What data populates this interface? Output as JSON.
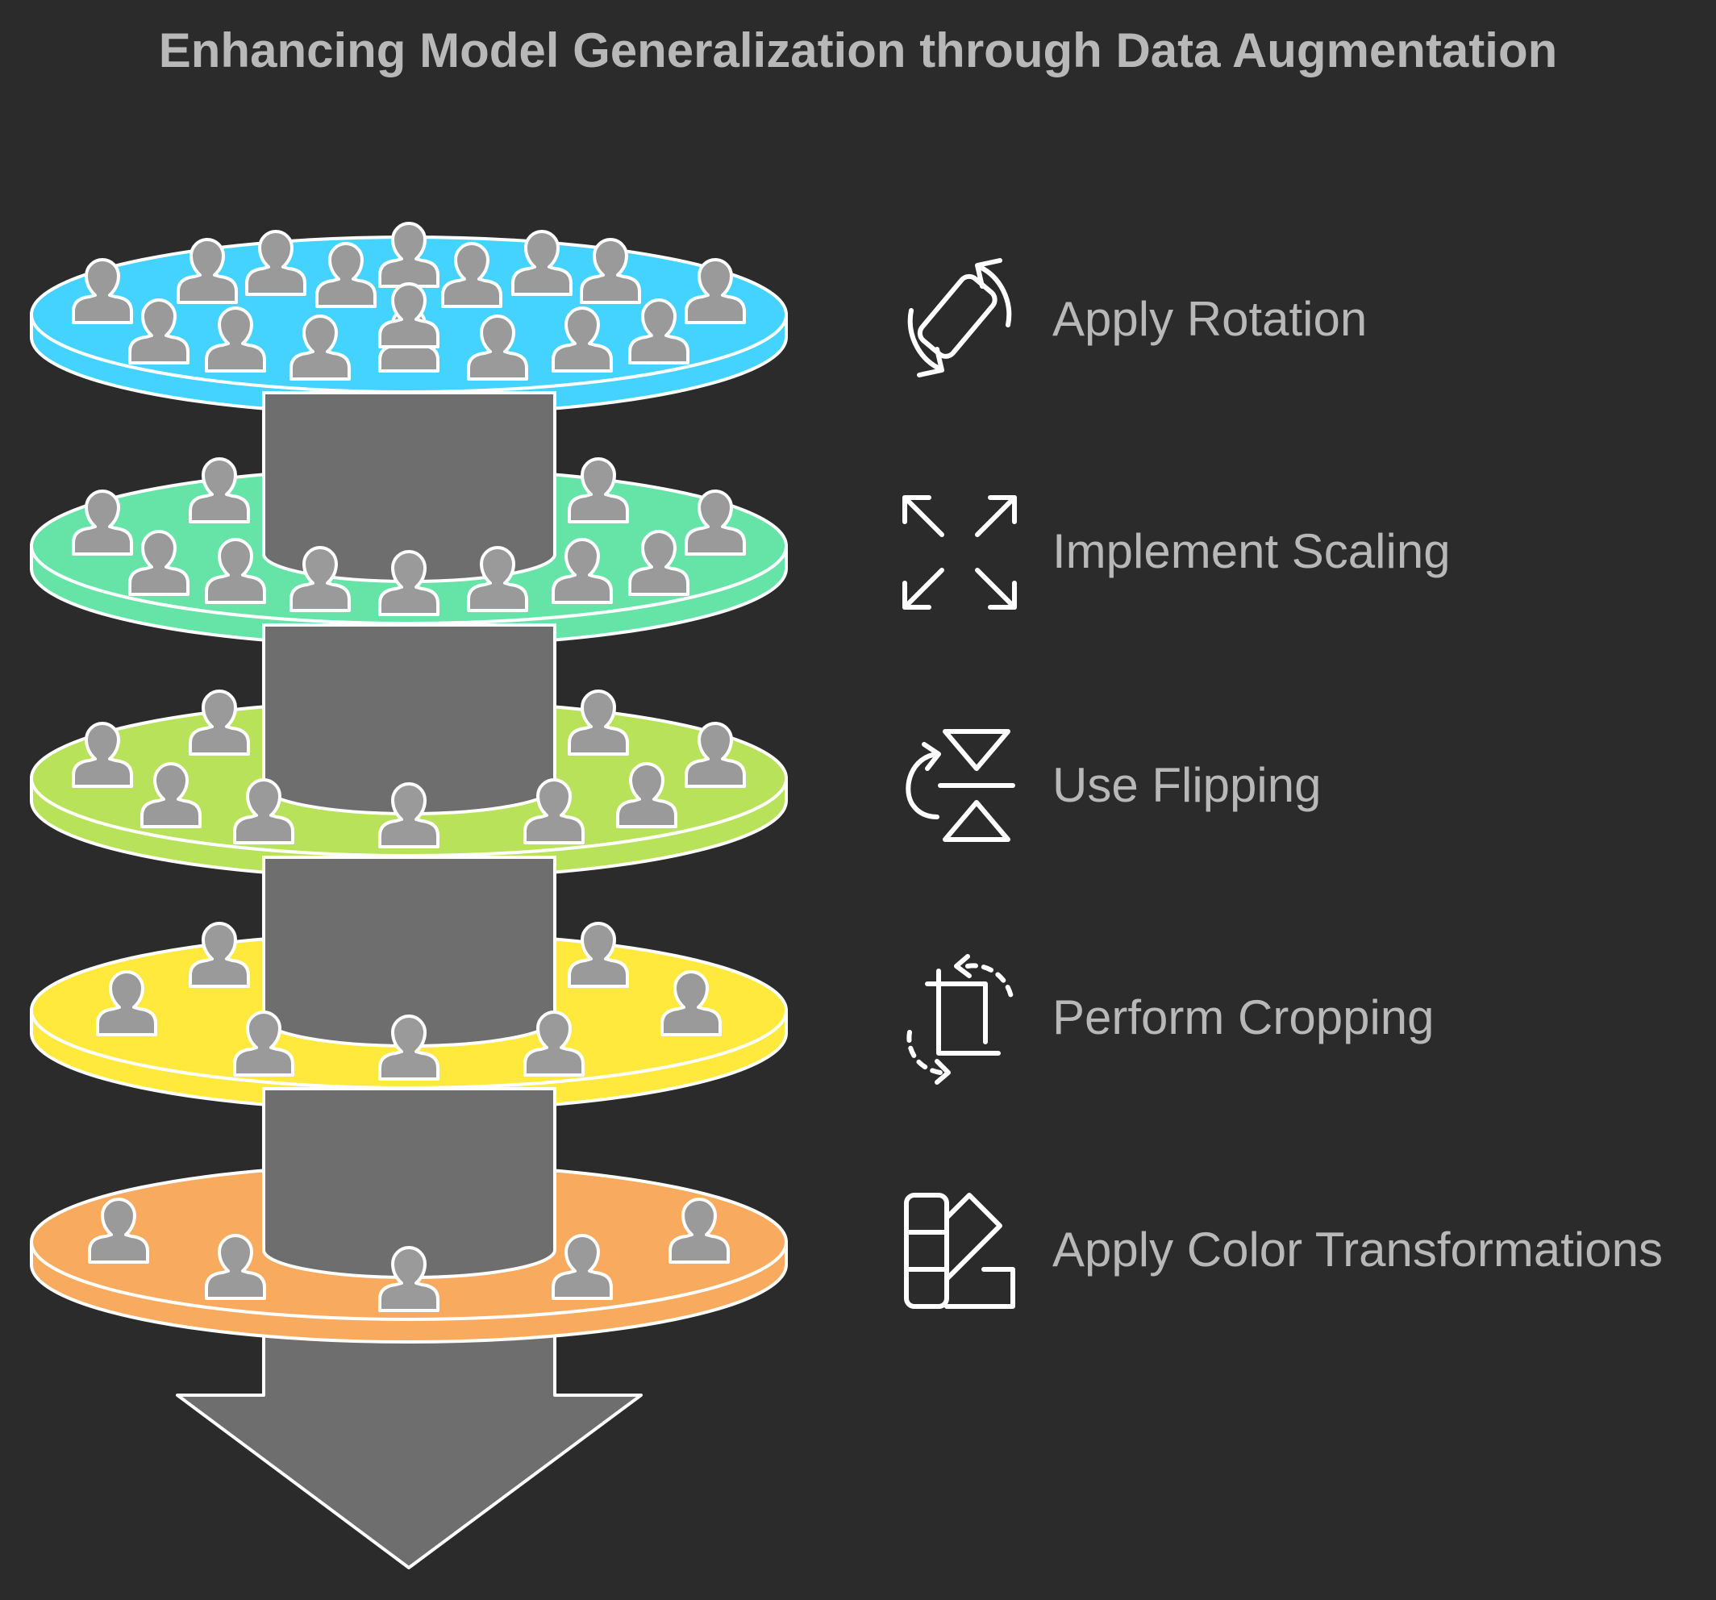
{
  "title": "Enhancing Model Generalization through Data Augmentation",
  "colors": {
    "background": "#2b2b2b",
    "text": "#b8b8b8",
    "pillar": "#6e6e6e",
    "person": "#9a9a9a",
    "outline": "#ffffff"
  },
  "steps": [
    {
      "label": "Apply Rotation",
      "icon": "rotate-icon",
      "color": "#44d2fe",
      "people": 22
    },
    {
      "label": "Implement Scaling",
      "icon": "expand-arrows-icon",
      "color": "#66e4a8",
      "people": 15
    },
    {
      "label": "Use Flipping",
      "icon": "flip-icon",
      "color": "#b8e25a",
      "people": 11
    },
    {
      "label": "Perform Cropping",
      "icon": "crop-icon",
      "color": "#ffe93c",
      "people": 9
    },
    {
      "label": "Apply Color Transformations",
      "icon": "color-palette-icon",
      "color": "#f8aa5e",
      "people": 7
    }
  ]
}
